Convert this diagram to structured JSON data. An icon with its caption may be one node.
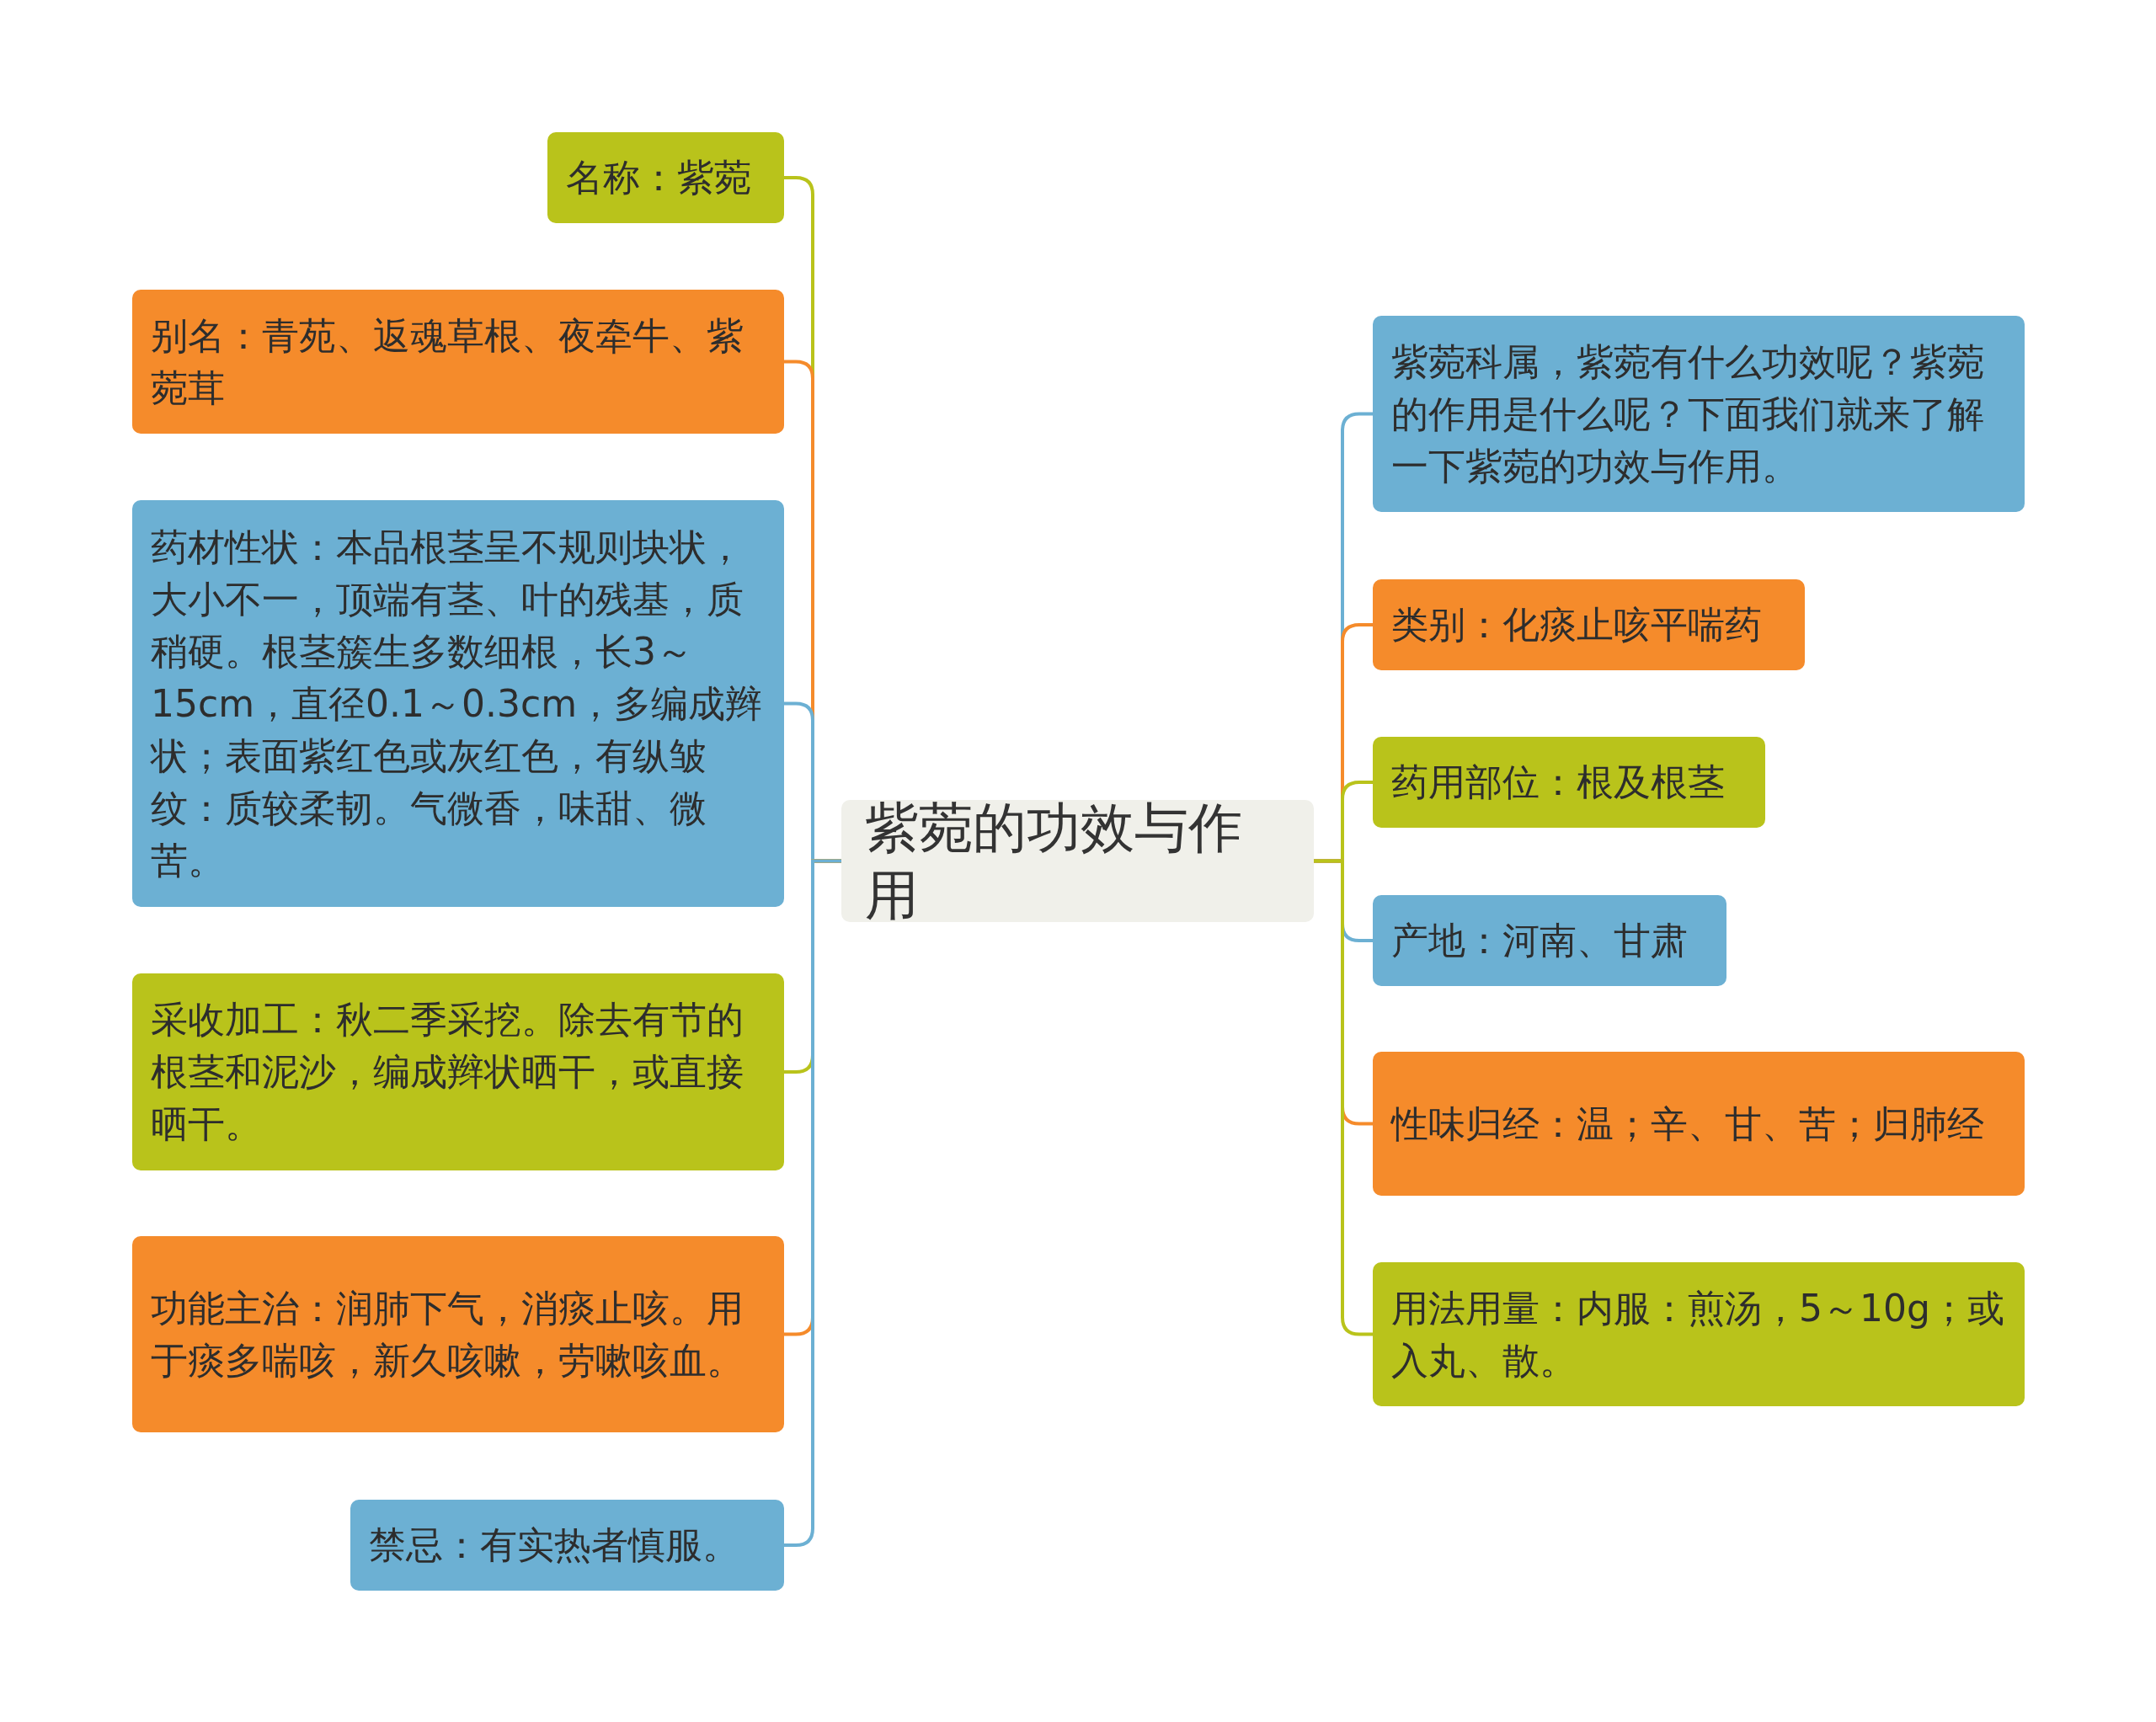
{
  "diagram": {
    "nodes": [
      {
        "text": [
          "紫菀的功效与作用"
        ]
      },
      {
        "text": [
          "名称：紫菀"
        ]
      },
      {
        "text": [
          "别名：青苑、返魂草根、夜牵牛、紫菀茸"
        ]
      },
      {
        "text": [
          "药材性状：本品根茎呈不规则块状，大小不一，顶端有茎、叶的残基，质稍硬。根茎簇生多数细根，长3～15cm，直径0.1～0.3cm，多编成辫状；表面紫红色或灰红色，有纵皱纹：质较柔韧。气微香，味甜、微苦。"
        ]
      },
      {
        "text": [
          "采收加工：秋二季采挖。除去有节的根茎和泥沙，编成辫状晒干，或直接晒干。"
        ]
      },
      {
        "text": [
          "功能主治：润肺下气，消痰止咳。用于痰多喘咳，新久咳嗽，劳嗽咳血。"
        ]
      },
      {
        "text": [
          "禁忌：有实热者慎服。"
        ]
      },
      {
        "text": [
          "紫菀科属，紫菀有什么功效呢？紫菀的作用是什么呢？下面我们就来了解一下紫菀的功效与作用。"
        ]
      },
      {
        "text": [
          "类别：化痰止咳平喘药"
        ]
      },
      {
        "text": [
          "药用部位：根及根茎"
        ]
      },
      {
        "text": [
          "产地：河南、甘肃"
        ]
      },
      {
        "text": [
          "性味归经：温；辛、甘、苦；归肺经"
        ]
      },
      {
        "text": [
          "用法用量：内服：煎汤，5～10g；或入丸、散。"
        ]
      }
    ],
    "edges": [
      {
        "from": 0,
        "to": 1,
        "arrow": "none",
        "color": "#b9c31b"
      },
      {
        "from": 0,
        "to": 2,
        "arrow": "none",
        "color": "#f58b2b"
      },
      {
        "from": 0,
        "to": 3,
        "arrow": "none",
        "color": "#6cb0d3"
      },
      {
        "from": 0,
        "to": 4,
        "arrow": "none",
        "color": "#b9c31b"
      },
      {
        "from": 0,
        "to": 5,
        "arrow": "none",
        "color": "#f58b2b"
      },
      {
        "from": 0,
        "to": 6,
        "arrow": "none",
        "color": "#6cb0d3"
      },
      {
        "from": 0,
        "to": 7,
        "arrow": "none",
        "color": "#6cb0d3"
      },
      {
        "from": 0,
        "to": 8,
        "arrow": "none",
        "color": "#f58b2b"
      },
      {
        "from": 0,
        "to": 9,
        "arrow": "none",
        "color": "#b9c31b"
      },
      {
        "from": 0,
        "to": 10,
        "arrow": "none",
        "color": "#6cb0d3"
      },
      {
        "from": 0,
        "to": 11,
        "arrow": "none",
        "color": "#f58b2b"
      },
      {
        "from": 0,
        "to": 12,
        "arrow": "none",
        "color": "#b9c31b"
      }
    ]
  }
}
